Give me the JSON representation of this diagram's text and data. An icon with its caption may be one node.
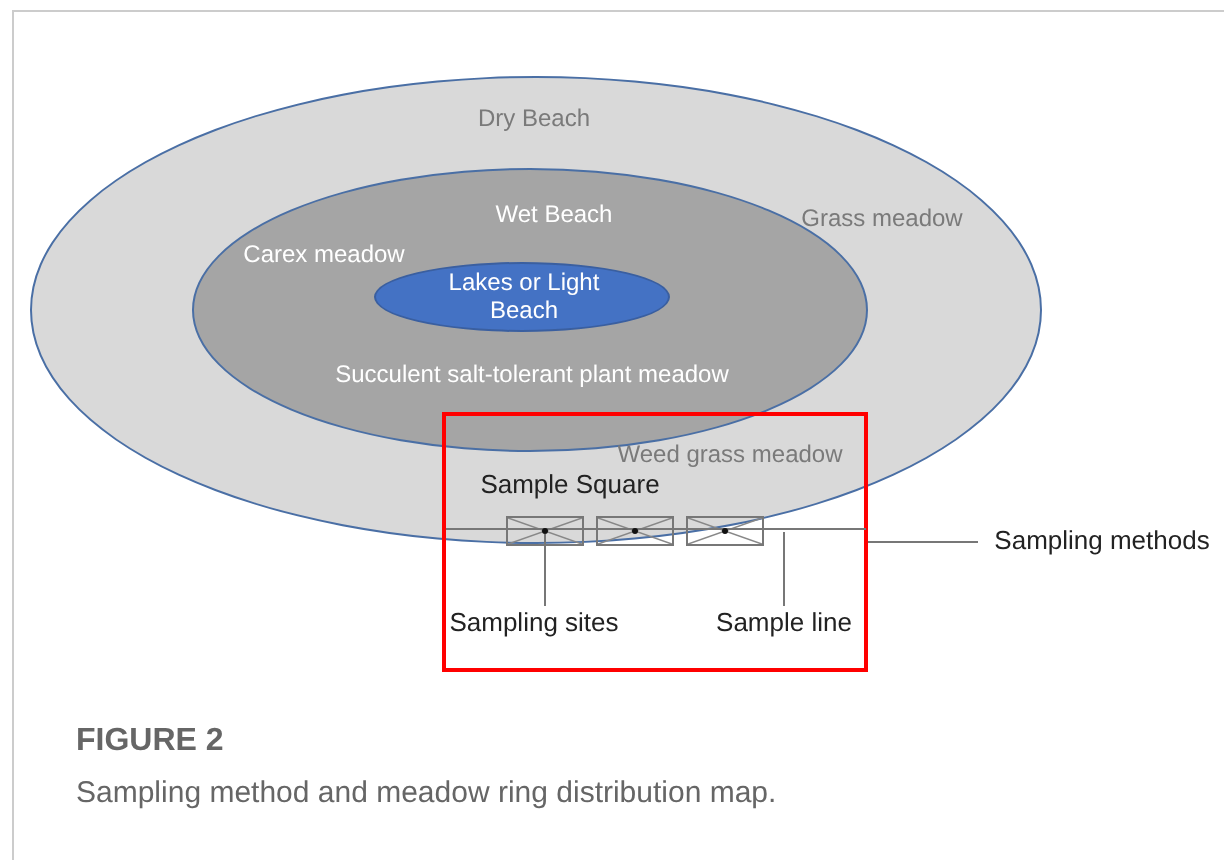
{
  "diagram": {
    "title": "FIGURE 2",
    "caption": "Sampling method and meadow ring distribution map.",
    "nodes": [
      {
        "text": [
          "Dry Beach",
          "Grass meadow"
        ]
      },
      {
        "text": [
          "Wet Beach",
          "Carex meadow",
          "Succulent salt-tolerant plant meadow"
        ],
        "in": 0
      },
      {
        "text": [
          "Lakes or Light Beach"
        ],
        "in": 1
      },
      {
        "text": [],
        "shape": "box"
      },
      {
        "text": [
          "Weed grass meadow"
        ]
      },
      {
        "text": [
          "Sample Square"
        ]
      },
      {
        "text": [],
        "shape": "box"
      },
      {
        "text": [],
        "shape": "box"
      },
      {
        "text": [],
        "shape": "box"
      },
      {
        "text": [],
        "shape": "circle"
      },
      {
        "text": [],
        "shape": "circle"
      },
      {
        "text": [],
        "shape": "circle"
      },
      {
        "text": [
          "Sampling sites"
        ],
        "in": 3
      },
      {
        "text": [
          "Sample line"
        ],
        "in": 3
      },
      {
        "text": [],
        "shape": "line"
      },
      {
        "text": [
          "Sampling methods"
        ]
      }
    ],
    "edges": [
      {
        "from": 15,
        "to": 3,
        "arrow": "none"
      },
      {
        "from": 12,
        "to": 9,
        "arrow": "none"
      },
      {
        "from": 13,
        "to": 14,
        "arrow": "none"
      }
    ]
  }
}
